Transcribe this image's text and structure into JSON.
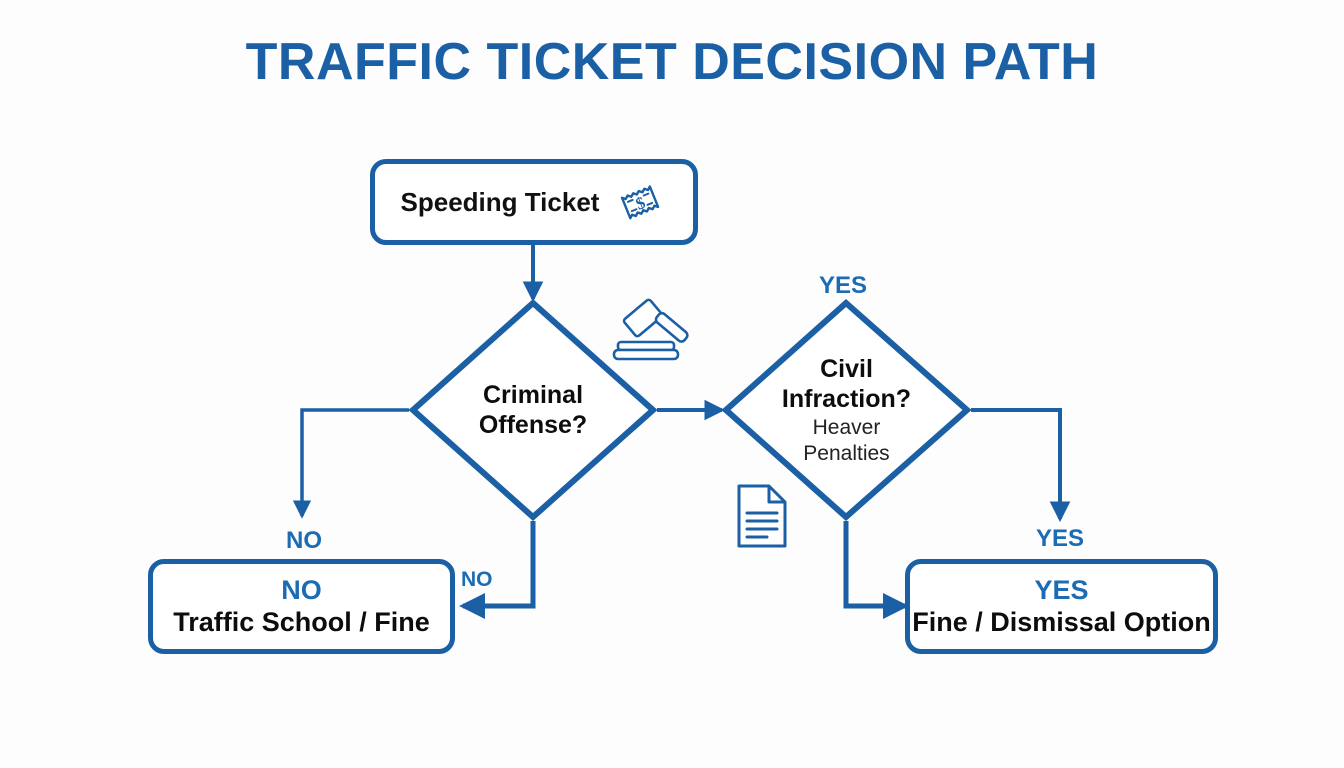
{
  "page": {
    "title": "TRAFFIC TICKET DECISION PATH",
    "background_color": "#fdfdfe",
    "accent_color": "#1B5FA4",
    "label_color": "#1B6CB5",
    "text_color": "#0d0d0d"
  },
  "nodes": {
    "start": {
      "label": "Speeding Ticket",
      "icon": "ticket-dollar-icon",
      "shape": "rounded-rect"
    },
    "decision_criminal": {
      "label_line1": "Criminal",
      "label_line2": "Offense?",
      "shape": "diamond"
    },
    "decision_civil": {
      "label_line1": "Civil",
      "label_line2": "Infraction?",
      "sub_line1": "Heaver",
      "sub_line2": "Penalties",
      "shape": "diamond"
    },
    "outcome_left": {
      "answer": "NO",
      "detail": "Traffic School / Fine",
      "shape": "rounded-rect"
    },
    "outcome_right": {
      "answer": "YES",
      "detail": "Fine / Dismissal Option",
      "shape": "rounded-rect"
    }
  },
  "edge_labels": {
    "criminal_left_no": "NO",
    "criminal_bottom_no": "NO",
    "civil_top_yes": "YES",
    "civil_right_yes": "YES"
  },
  "icons": {
    "gavel": "gavel-icon",
    "document": "document-icon",
    "ticket": "ticket-dollar-icon"
  }
}
